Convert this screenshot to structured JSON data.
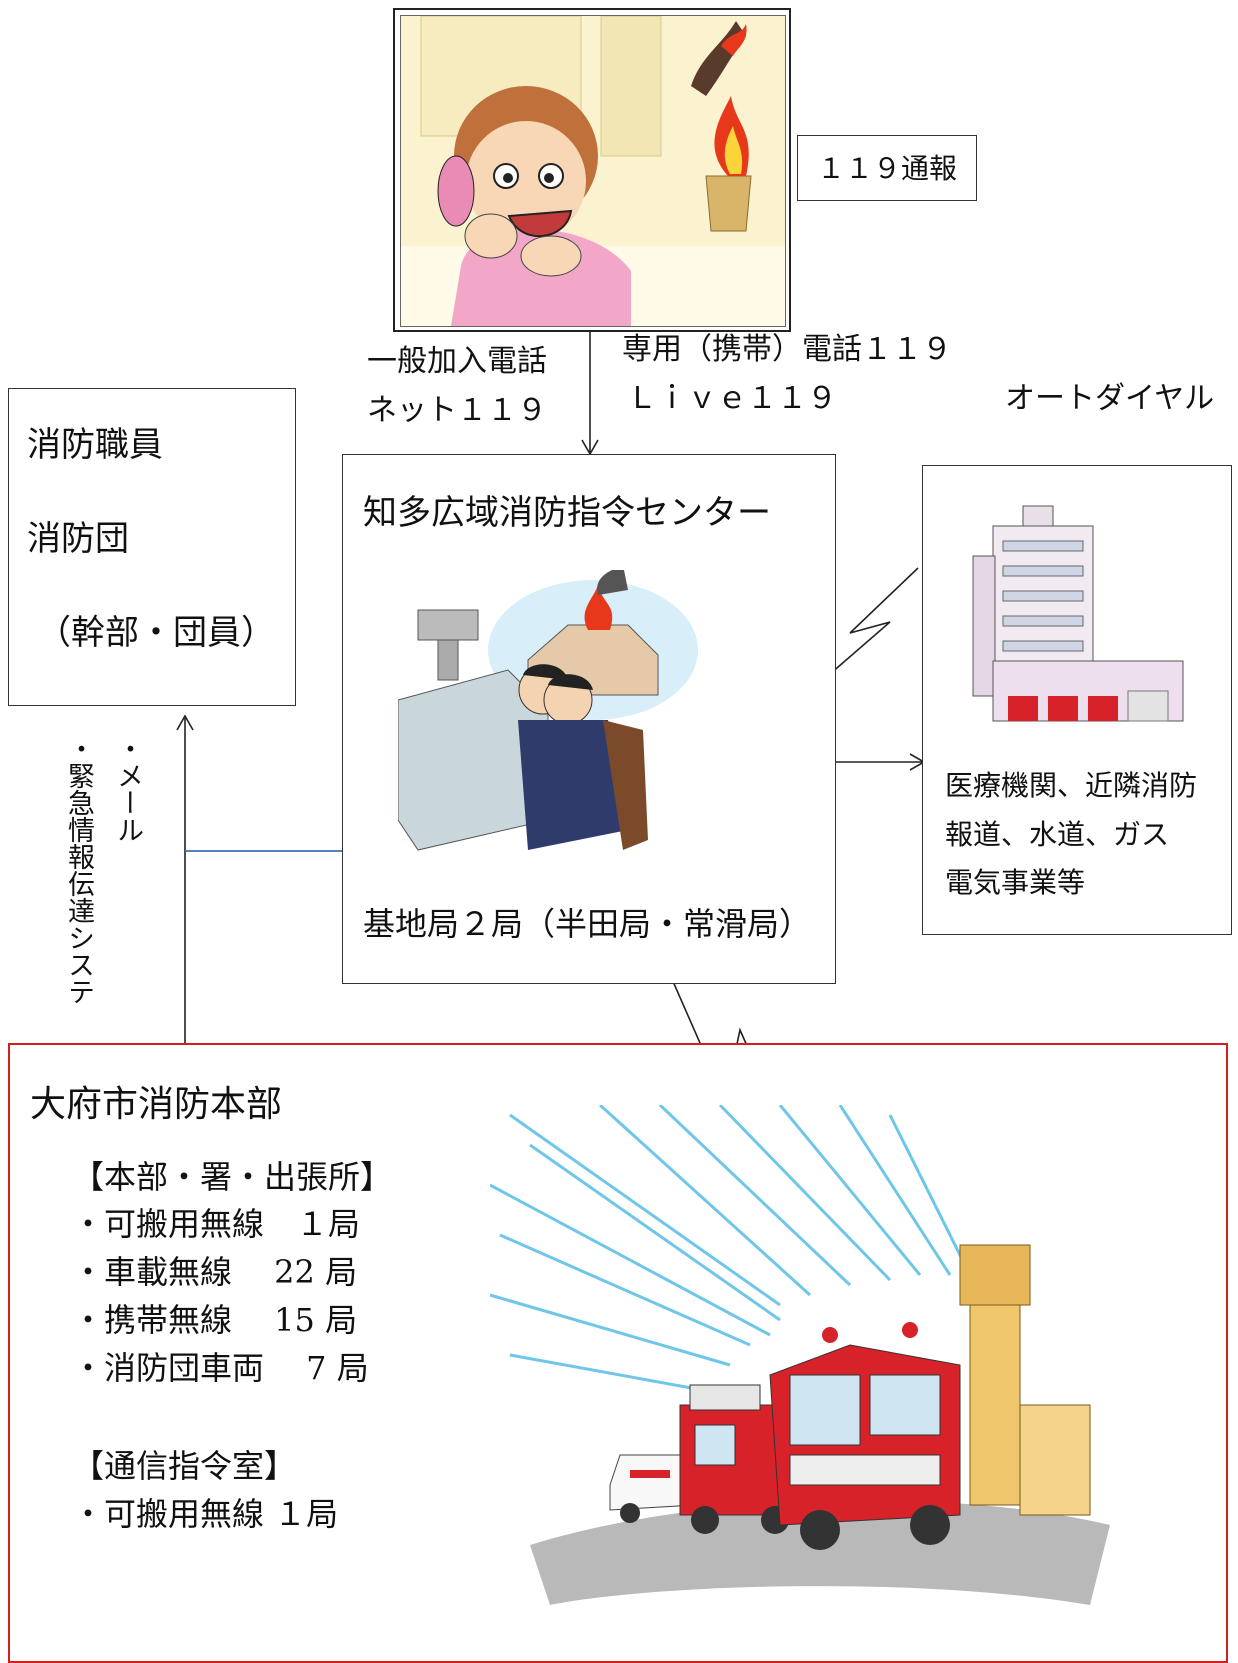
{
  "caller": {
    "call_label": "１１９通報"
  },
  "channels": {
    "landline_line1": "一般加入電話",
    "landline_line2": "ネット１１９",
    "mobile_line1": "専用（携帯）電話１１９",
    "mobile_line2": "Ｌｉｖｅ１１９",
    "autodial": "オートダイヤル"
  },
  "staff_box": {
    "line1": "消防職員",
    "line2": "消防団",
    "line3": "（幹部・団員）"
  },
  "alert_system": {
    "col1": "・メール",
    "col2": "・緊急情報伝達システ"
  },
  "center": {
    "title": "知多広域消防指令センター",
    "base_stations": "基地局２局（半田局・常滑局）"
  },
  "agencies": {
    "line1": "医療機関、近隣消防",
    "line2": "報道、水道、ガス",
    "line3": "電気事業等"
  },
  "hq": {
    "title": "大府市消防本部",
    "section1_heading": "【本部・署・出張所】",
    "section1_items": [
      "・可搬用無線　１局",
      "・車載無線　 22 局",
      "・携帯無線　 15 局",
      "・消防団車両　 7 局"
    ],
    "section2_heading": "【通信指令室】",
    "section2_items": [
      "・可搬用無線 １局"
    ]
  },
  "colors": {
    "hq_border": "#d21e1e",
    "link_line": "#3d6fb8",
    "fire": "#e8381c",
    "truck": "#d8222a"
  }
}
